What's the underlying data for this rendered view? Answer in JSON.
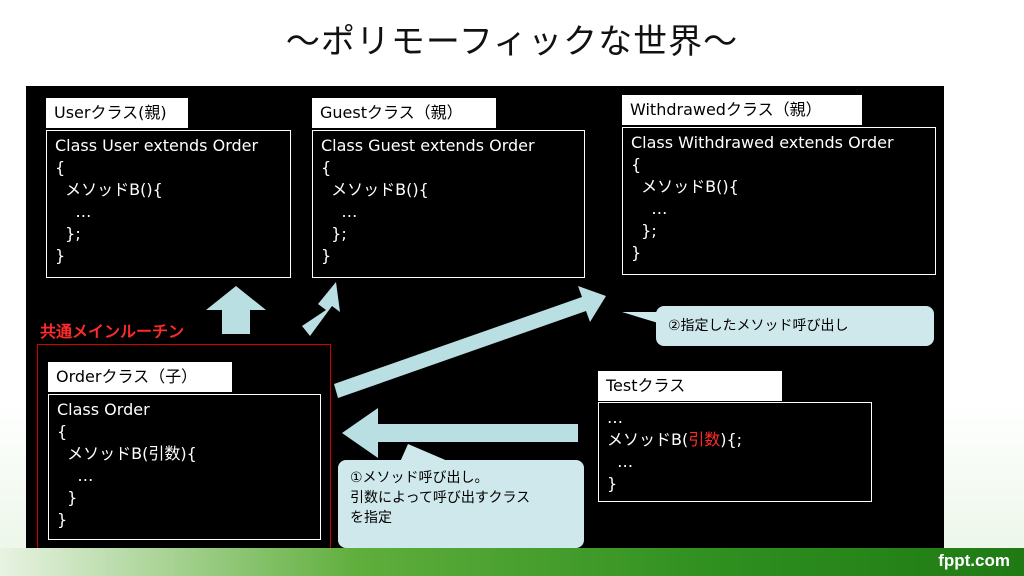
{
  "title": "〜ポリモーフィックな世界〜",
  "footer": "fppt.com",
  "main_routine_label": "共通メインルーチン",
  "user": {
    "tab": "Userクラス(親)",
    "lines": [
      "Class User extends Order",
      "{",
      "  メソッドB(){",
      "    …",
      "  };",
      "}"
    ]
  },
  "guest": {
    "tab": "Guestクラス（親）",
    "lines": [
      "Class Guest extends Order",
      "{",
      "  メソッドB(){",
      "    …",
      "  };",
      "}"
    ]
  },
  "withdrawed": {
    "tab": "Withdrawedクラス（親）",
    "lines": [
      "Class Withdrawed extends Order",
      "{",
      "  メソッドB(){",
      "    …",
      "  };",
      "}"
    ]
  },
  "order": {
    "tab": "Orderクラス（子）",
    "lines": [
      "Class Order",
      "{",
      "  メソッドB(引数){",
      "    …",
      "  }",
      "}"
    ]
  },
  "test": {
    "tab": "Testクラス",
    "line1": "…",
    "line2_pre": "メソッドB(",
    "line2_arg": "引数",
    "line2_post": "){;",
    "line3": "  …",
    "line4": "}"
  },
  "callout1": "①メソッド呼び出し。\n引数によって呼び出すクラス\nを指定",
  "callout2": "②指定したメソッド呼び出し",
  "colors": {
    "arrow": "#b9dfe3",
    "callout": "#cfe8ec",
    "highlight": "#ff2a2a",
    "frame": "#d40000"
  }
}
